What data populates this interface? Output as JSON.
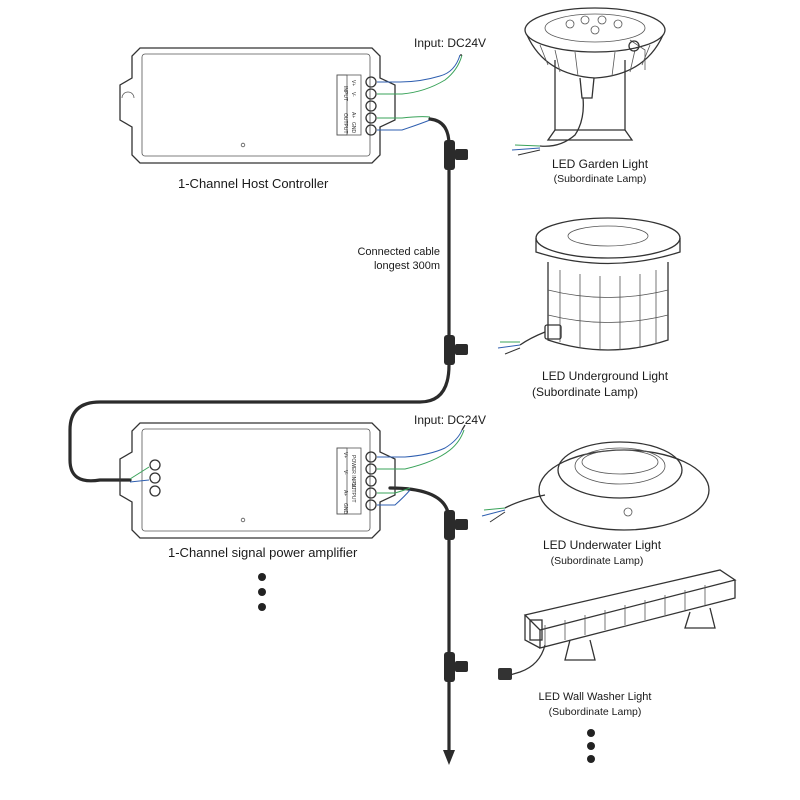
{
  "host": {
    "label": "1-Channel Host Controller",
    "input": "Input: DC24V"
  },
  "amplifier": {
    "label": "1-Channel signal power amplifier",
    "input": "Input: DC24V"
  },
  "cable_note": {
    "line1": "Connected cable",
    "line2": "longest 300m"
  },
  "terminal_labels": {
    "host_input": [
      "V+",
      "V-"
    ],
    "host_output": [
      "A+",
      "GND"
    ],
    "host_input_title": "INPUT",
    "host_output_title": "OUTPUT",
    "amp_input_title": "POWER INPUT",
    "amp_output_title": "OUTPUT",
    "amp_terms": [
      "V+",
      "V-",
      "A+",
      "GND"
    ]
  },
  "lamps": [
    {
      "name": "LED Garden Light",
      "role": "(Subordinate Lamp)"
    },
    {
      "name": "LED Underground Light",
      "role": "(Subordinate Lamp)"
    },
    {
      "name": "LED Underwater Light",
      "role": "(Subordinate Lamp)"
    },
    {
      "name": "LED Wall Washer Light",
      "role": "(Subordinate Lamp)"
    }
  ],
  "colors": {
    "line": "#333333",
    "cable": "#2b2b2b",
    "wire_green": "#3aa35a",
    "wire_blue": "#2f5fb0",
    "device_fill": "#ffffff"
  },
  "icons": [
    "device-box",
    "garden-light-icon",
    "underground-light-icon",
    "underwater-light-icon",
    "wall-washer-icon",
    "ellipsis-dots-icon"
  ]
}
